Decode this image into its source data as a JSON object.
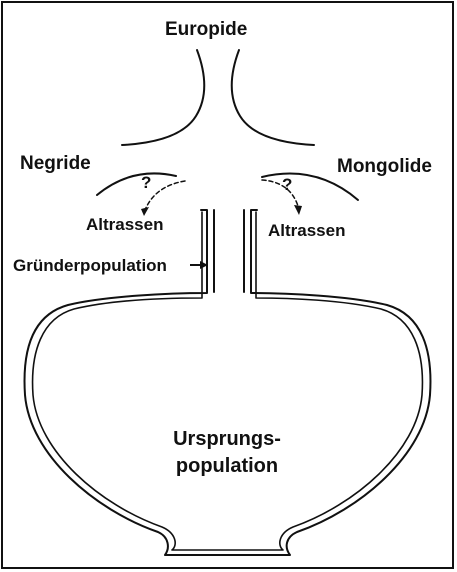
{
  "labels": {
    "top": "Europide",
    "left": "Negride",
    "right": "Mongolide",
    "left_branch": "Altrassen",
    "right_branch": "Altrassen",
    "left_question": "?",
    "right_question": "?",
    "neck": "Gründerpopulation",
    "center_line1": "Ursprungs-",
    "center_line2": "population"
  },
  "colors": {
    "ink": "#111111",
    "background": "#ffffff"
  }
}
